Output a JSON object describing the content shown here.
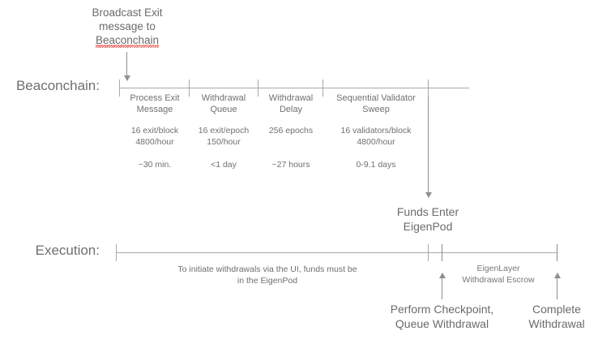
{
  "diagram": {
    "title_note": {
      "line1": "Broadcast Exit",
      "line2": "message to",
      "line3": "Beaconchain"
    },
    "rows": {
      "beaconchain_label": "Beaconchain:",
      "execution_label": "Execution:"
    },
    "beaconchain_segments": [
      {
        "title_line1": "Process Exit",
        "title_line2": "Message",
        "rate_line1": "16 exit/block",
        "rate_line2": "4800/hour",
        "duration": "~30 min."
      },
      {
        "title_line1": "Withdrawal",
        "title_line2": "Queue",
        "rate_line1": "16 exit/epoch",
        "rate_line2": "150/hour",
        "duration": "<1 day"
      },
      {
        "title_line1": "Withdrawal",
        "title_line2": "Delay",
        "rate_line1": "256 epochs",
        "rate_line2": "",
        "duration": "~27 hours"
      },
      {
        "title_line1": "Sequential Validator",
        "title_line2": "Sweep",
        "rate_line1": "16 validators/block",
        "rate_line2": "4800/hour",
        "duration": "0-9.1 days"
      }
    ],
    "funds_enter": {
      "line1": "Funds Enter",
      "line2": "EigenPod"
    },
    "execution_note": {
      "line1": "To initiate withdrawals via the UI, funds must be",
      "line2": "in the EigenPod"
    },
    "escrow_note": {
      "line1": "EigenLayer",
      "line2": "Withdrawal Escrow"
    },
    "checkpoint_label": {
      "line1": "Perform Checkpoint,",
      "line2": "Queue Withdrawal"
    },
    "complete_label": {
      "line1": "Complete",
      "line2": "Withdrawal"
    },
    "colors": {
      "line": "#a8a8a8",
      "text": "#6b6b6b",
      "spellcheck_underline": "#e2554f"
    }
  }
}
